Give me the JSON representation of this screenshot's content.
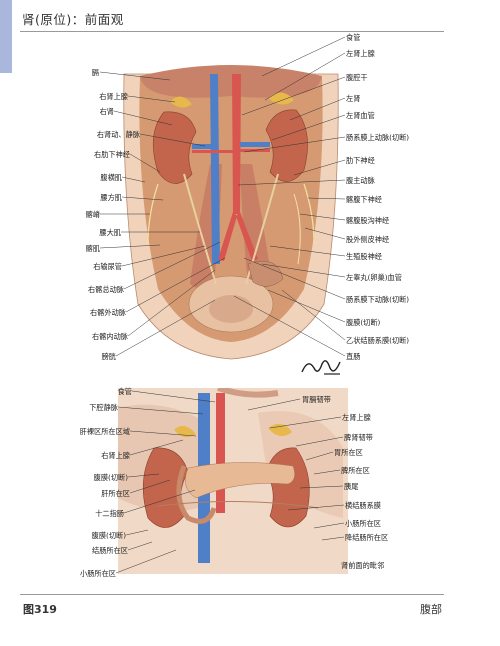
{
  "page": {
    "title": "肾(原位)：前面观",
    "figure_number": "图319",
    "section": "腹部"
  },
  "top_figure": {
    "labels_left": [
      "膈",
      "右肾上腺",
      "右肾",
      "右肾动、静脉",
      "右肋下神经",
      "腹横肌",
      "腰方肌",
      "髂嵴",
      "腰大肌",
      "髂肌",
      "右输尿管",
      "右髂总动脉",
      "右髂外动脉",
      "右髂内动脉",
      "膀胱"
    ],
    "labels_right": [
      "食管",
      "左肾上腺",
      "腹腔干",
      "左肾",
      "左肾血管",
      "肠系膜上动脉(切断)",
      "肋下神经",
      "腹主动脉",
      "髂腹下神经",
      "髂腹股沟神经",
      "股外侧皮神经",
      "生殖股神经",
      "左睾丸(卵巢)血管",
      "肠系膜下动脉(切断)",
      "腹膜(切断)",
      "乙状结肠系膜(切断)",
      "直肠"
    ]
  },
  "bottom_figure": {
    "labels_left": [
      "食管",
      "下腔静脉",
      "肝裸区所在区域",
      "右肾上腺",
      "腹膜(切断)",
      "肝所在区",
      "十二指肠",
      "腹膜(切断)",
      "结肠所在区",
      "小肠所在区"
    ],
    "labels_right": [
      "胃膈韧带",
      "左肾上腺",
      "脾肾韧带",
      "胃所在区",
      "脾所在区",
      "胰尾",
      "横结肠系膜",
      "小肠所在区",
      "降结肠所在区"
    ],
    "caption": "肾前面的毗邻"
  },
  "colors": {
    "sidebar_tab": "#a9b7dc",
    "artery": "#d8564f",
    "vein": "#4f7fc6",
    "kidney": "#c2654c",
    "muscle": "#d59a72",
    "skin": "#f1d3bc"
  }
}
